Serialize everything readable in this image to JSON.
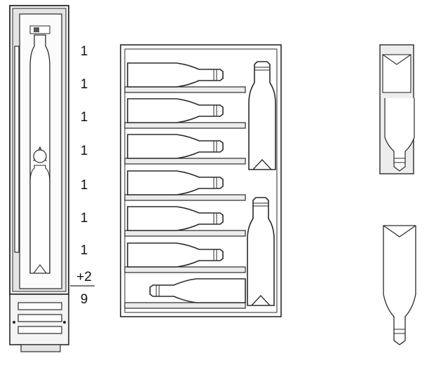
{
  "figure": {
    "shelf_counts": [
      "1",
      "1",
      "1",
      "1",
      "1",
      "1",
      "1"
    ],
    "extra_count": "+2",
    "total_count": "9"
  },
  "colors": {
    "line": "#2a2a2a",
    "panel": "#e9e9e9",
    "door": "#d9d9d9",
    "background": "#ffffff"
  }
}
